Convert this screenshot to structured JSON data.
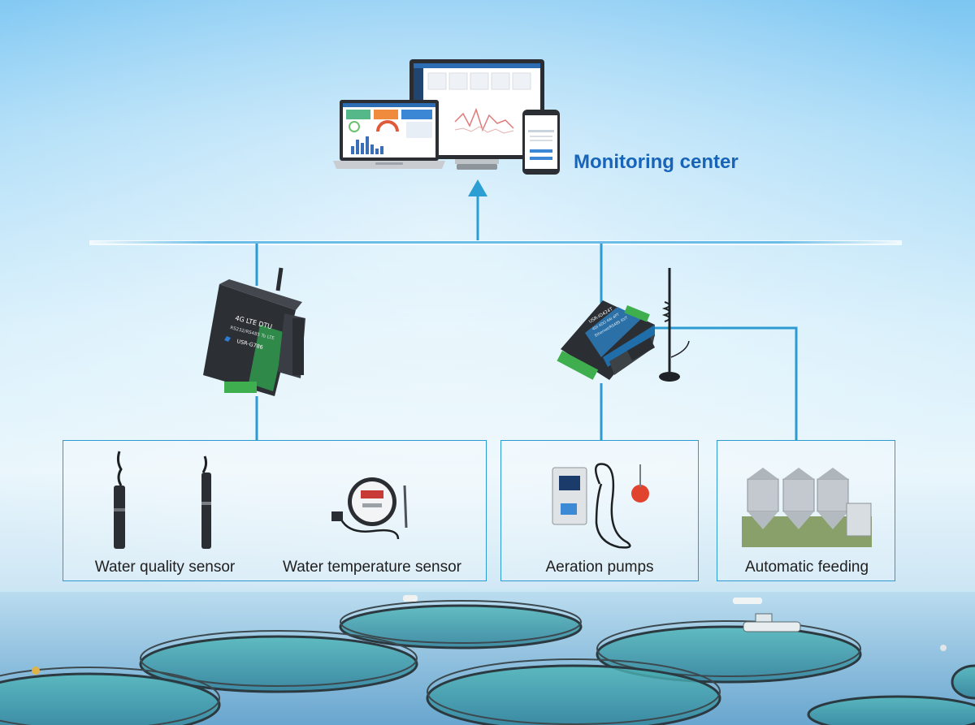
{
  "title": "Monitoring center",
  "dtu": {
    "line1": "4G LTE DTU",
    "line2": "RS232/RS485 To LTE",
    "model": "USR-G786"
  },
  "gateway": {
    "line1": "USR-IO424T",
    "line2": "4DI 4DO 4AI 4PT",
    "line3": "Ethernet/RS485 IO/T"
  },
  "groups": [
    {
      "labels": [
        "Water quality sensor",
        "Water temperature sensor"
      ]
    },
    {
      "labels": [
        "Aeration pumps"
      ]
    },
    {
      "labels": [
        "Automatic feeding"
      ]
    }
  ],
  "colors": {
    "title": "#1764b8",
    "connector": "#2d9bd1",
    "arrow": "#2b9fd3",
    "dtu_body": "#2c2f33",
    "dtu_accent": "#2f8a4a",
    "gateway_accent": "#2b7dbd",
    "terminal_green": "#3fae4f"
  },
  "icons": [
    "laptop-icon",
    "desktop-monitor-icon",
    "smartphone-icon",
    "antenna-icon",
    "fish-cage-icon"
  ]
}
